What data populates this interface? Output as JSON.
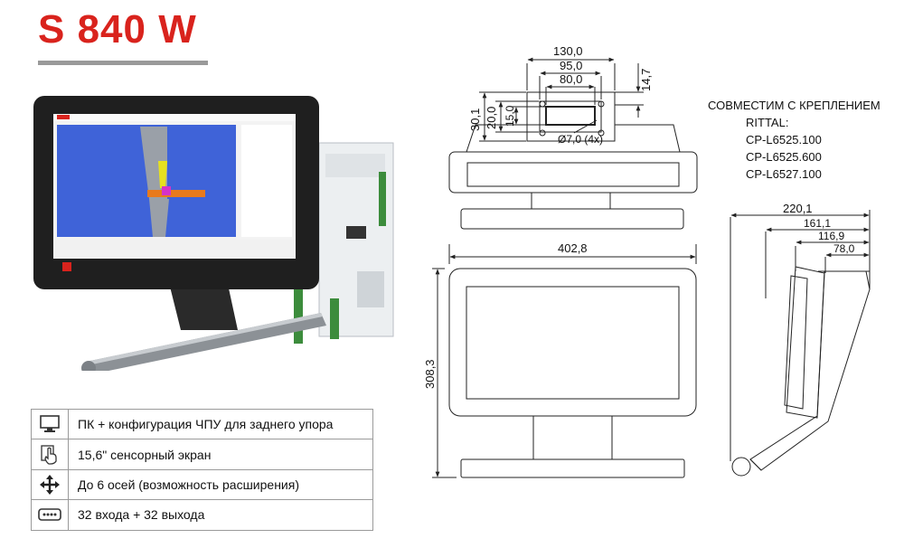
{
  "product": {
    "title": "S 840 W"
  },
  "features": [
    {
      "icon": "monitor-icon",
      "text": "ПК + конфигурация ЧПУ для заднего упора"
    },
    {
      "icon": "touch-hand-icon",
      "text": "15,6\" сенсорный экран"
    },
    {
      "icon": "axes-arrows-icon",
      "text": "До 6 осей (возможность расширения)"
    },
    {
      "icon": "io-connector-icon",
      "text": "32 входа + 32 выхода"
    }
  ],
  "compatibility": {
    "line1": "СОВМЕСТИМ С КРЕПЛЕНИЕМ",
    "line2": "RITTAL:",
    "models": [
      "CP-L6525.100",
      "CP-L6525.600",
      "CP-L6527.100"
    ]
  },
  "dimensions": {
    "top_130": "130,0",
    "top_95": "95,0",
    "top_80": "80,0",
    "top_14_7": "14,7",
    "side_30_1": "30,1",
    "side_20": "20,0",
    "side_15": "15,0",
    "holes": "Ø7,0 (4x)",
    "width": "402,8",
    "height": "308,3",
    "depth_220_1": "220,1",
    "depth_161_1": "161,1",
    "depth_116_9": "116,9",
    "depth_78": "78,0"
  },
  "colors": {
    "brand_red": "#d9231d",
    "screen_blue": "#3f63d8"
  }
}
